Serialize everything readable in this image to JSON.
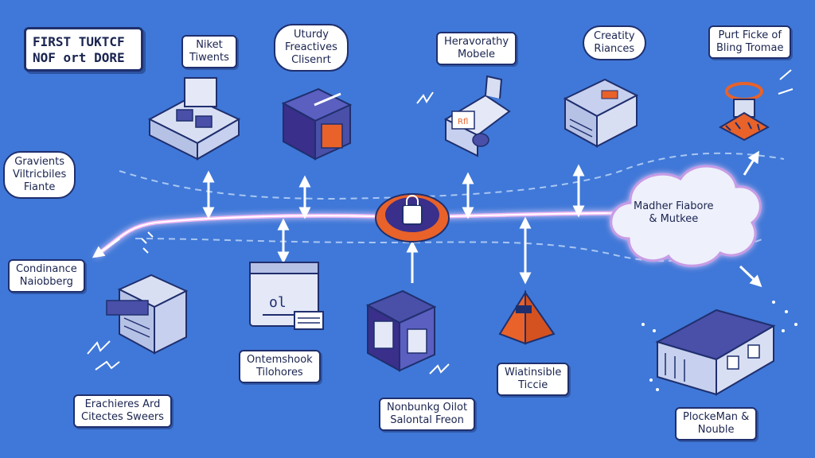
{
  "title": {
    "line1": "FIRST TUKTCF",
    "line2": "NOF ort DORE"
  },
  "labels": {
    "niket": {
      "line1": "Niket",
      "line2": "Tiwents"
    },
    "uturdy": {
      "line1": "Uturdy",
      "line2": "Freactives",
      "line3": "Clisenrt"
    },
    "heravorathy": {
      "line1": "Heravorathy",
      "line2": "Mobele"
    },
    "creatity": {
      "line1": "Creatity",
      "line2": "Riances"
    },
    "purt": {
      "line1": "Purt Ficke of",
      "line2": "Bling Tromae"
    },
    "gravients": {
      "line1": "Gravients",
      "line2": "Viltricbiles",
      "line3": "Fiante"
    },
    "condinance": {
      "line1": "Condinance",
      "line2": "Naiobberg"
    },
    "madher": {
      "line1": "Madher Fiabore",
      "line2": "& Mutkee"
    },
    "ontemshook": {
      "line1": "Ontemshook",
      "line2": "Tilohores"
    },
    "wiatinsible": {
      "line1": "Wiatinsible",
      "line2": "Ticcie"
    },
    "erachieres": {
      "line1": "Erachieres Ard",
      "line2": "Citectes Sweers"
    },
    "nonbunkg": {
      "line1": "Nonbunkg Oilot",
      "line2": "Salontal Freon"
    },
    "plockeman": {
      "line1": "PlockeMan &",
      "line2": "Nouble"
    }
  },
  "hub_badge_text": "Rfl",
  "colors": {
    "background": "#3f78d8",
    "accent_orange": "#e8622a",
    "navy": "#1f2f6e",
    "glow_pink": "#e9a6f0",
    "hub_purple": "#3a2f8a"
  },
  "icons": [
    "server-rack-icon",
    "supply-box-icon",
    "robot-arm-icon",
    "factory-machine-icon",
    "drone-device-icon",
    "cabinet-icon",
    "monitor-panel-icon",
    "package-box-icon",
    "pyramid-icon",
    "warehouse-icon",
    "hub-bag-icon"
  ]
}
